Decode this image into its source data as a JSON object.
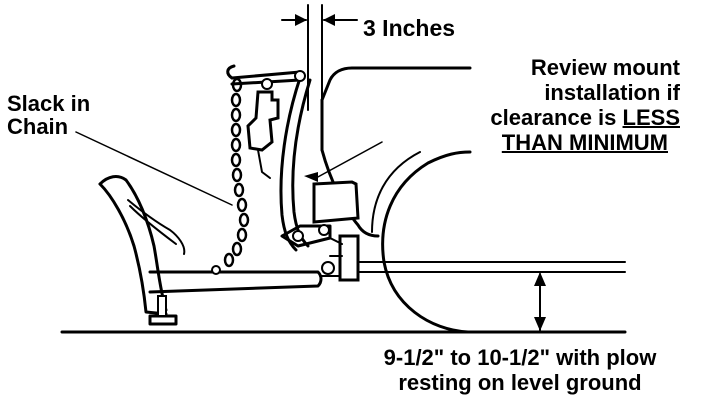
{
  "clearance_dimension": {
    "label": "3  Inches"
  },
  "chain_callout": {
    "line1": "Slack in",
    "line2": "Chain"
  },
  "warning_callout": {
    "line1": "Review mount",
    "line2": "installation if",
    "line3_prefix": "clearance is ",
    "line3_underlined": "LESS",
    "line4_underlined": "THAN MINIMUM"
  },
  "height_callout": {
    "line1": "9-1/2\" to 10-1/2\" with plow",
    "line2": "resting on level ground"
  }
}
